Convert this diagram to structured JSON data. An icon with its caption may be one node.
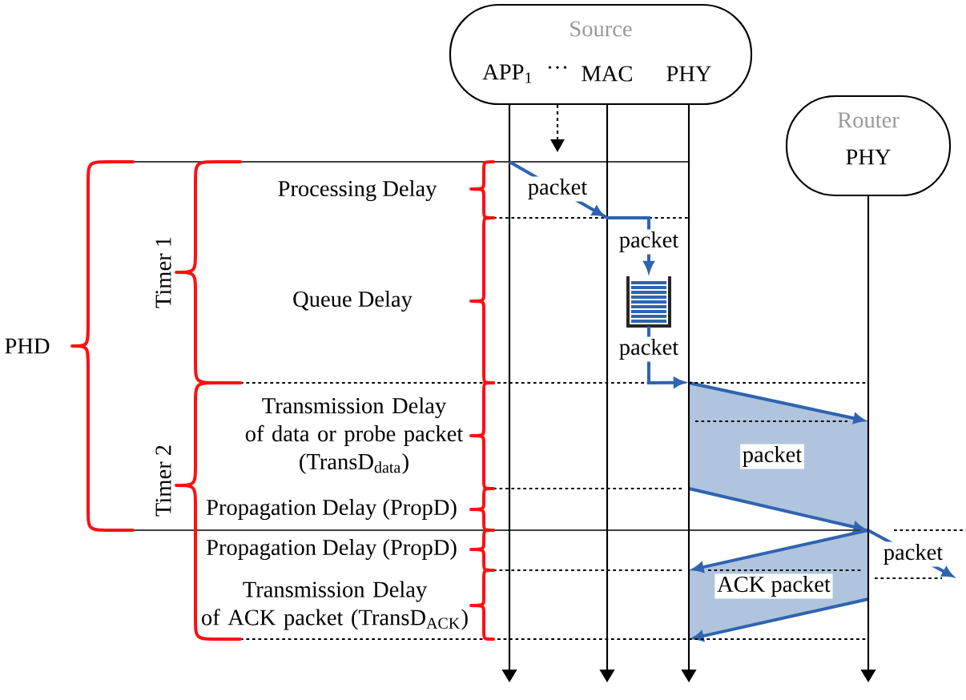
{
  "diagram": {
    "nodes": [
      {
        "text": [
          "Source",
          "APP$_{1}$",
          "···",
          "MAC",
          "PHY"
        ]
      },
      {
        "text": [
          "Router",
          "PHY"
        ]
      },
      {
        "text": [],
        "shape": "picture"
      },
      {
        "text": [
          "packet"
        ]
      },
      {
        "text": [
          "ACK packet"
        ]
      }
    ],
    "edges": [
      {
        "from": 0,
        "to": null,
        "arrow": "to"
      },
      {
        "from": 0,
        "to": null,
        "arrow": "to"
      },
      {
        "from": 0,
        "to": null,
        "arrow": "to"
      },
      {
        "from": 1,
        "to": null,
        "arrow": "to"
      },
      {
        "from": 0,
        "to": null,
        "arrow": "to",
        "style": "dashed"
      },
      {
        "from": null,
        "to": 2,
        "arrow": "to",
        "label": "packet",
        "color": "#2f64b0"
      },
      {
        "from": 2,
        "to": 3,
        "arrow": "to",
        "label": "packet",
        "color": "#2f64b0"
      },
      {
        "from": 3,
        "to": null,
        "arrow": "to",
        "label": "packet",
        "color": "#2f64b0"
      }
    ],
    "labels": [
      "PHD",
      "Timer 1",
      "Timer 2",
      "Processing Delay",
      "packet",
      "Queue Delay",
      "Transmission Delay of data or probe packet (TransD$_{data}$)",
      "Propagation Delay (PropD)",
      "Propagation Delay (PropD)",
      "Transmission Delay of ACK packet (TransD$_{ACK}$)"
    ]
  }
}
